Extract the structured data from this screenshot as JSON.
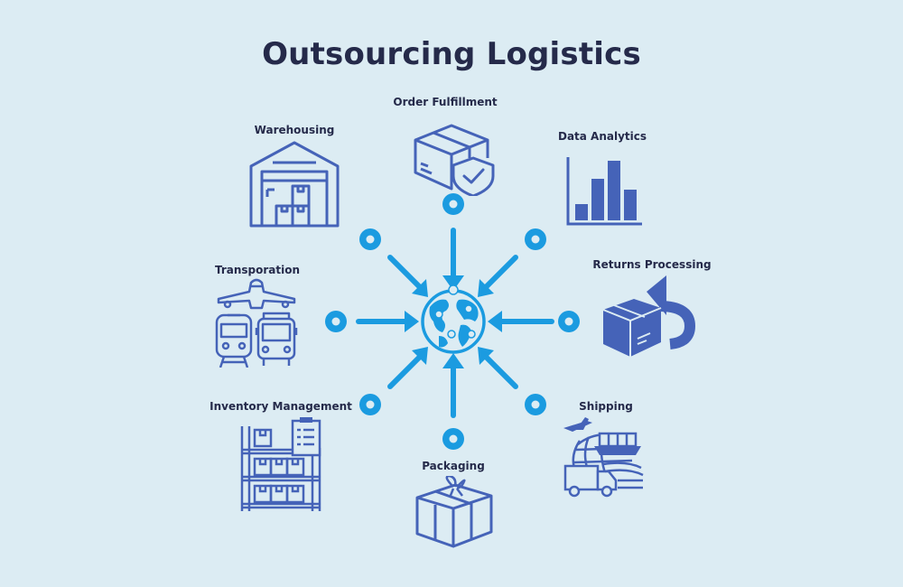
{
  "title": "Outsourcing Logistics",
  "colors": {
    "background": "#dcecf3",
    "title_text": "#252a4a",
    "connector_blue": "#1b9be0",
    "icon_blue": "#4563b8"
  },
  "nodes": [
    {
      "id": "order-fulfillment",
      "label": "Order Fulfillment",
      "icon": "box-with-shield-icon"
    },
    {
      "id": "data-analytics",
      "label": "Data Analytics",
      "icon": "bar-chart-icon"
    },
    {
      "id": "returns-processing",
      "label": "Returns Processing",
      "icon": "box-return-arrow-icon"
    },
    {
      "id": "shipping",
      "label": "Shipping",
      "icon": "globe-plane-ship-truck-icon"
    },
    {
      "id": "packaging",
      "label": "Packaging",
      "icon": "gift-box-icon"
    },
    {
      "id": "inventory-management",
      "label": "Inventory Management",
      "icon": "shelf-clipboard-icon"
    },
    {
      "id": "transporation",
      "label": "Transporation",
      "icon": "plane-train-bus-icon"
    },
    {
      "id": "warehousing",
      "label": "Warehousing",
      "icon": "warehouse-icon"
    }
  ],
  "hub": {
    "icon": "globe-with-pins-icon"
  }
}
